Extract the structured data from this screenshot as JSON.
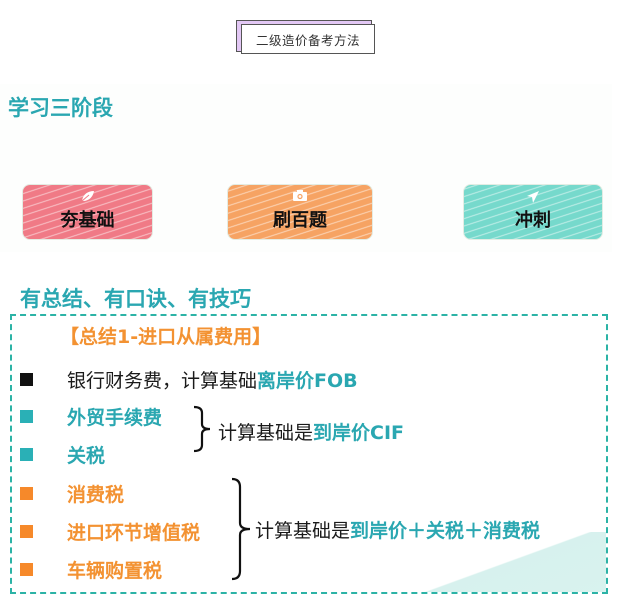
{
  "title_tag": "二级造价备考方法",
  "slide1": {
    "heading": "学习三阶段",
    "stages": [
      {
        "label": "夯基础",
        "icon": "leaf-icon",
        "color": "#f07a86"
      },
      {
        "label": "刷百题",
        "icon": "camera-icon",
        "color": "#f6a363"
      },
      {
        "label": "冲刺",
        "icon": "paper-plane-icon",
        "color": "#76d9cc"
      }
    ]
  },
  "slide2": {
    "heading": "有总结、有口诀、有技巧",
    "subtitle": "【总结1-进口从属费用】",
    "items": [
      {
        "text": "银行财务费，计算基础",
        "highlight": "离岸价FOB",
        "bullet_color": "#111111"
      },
      {
        "text": "外贸手续费",
        "bullet_color": "#2ab0b6"
      },
      {
        "text": "关税",
        "bullet_color": "#2ab0b6"
      },
      {
        "text": "消费税",
        "bullet_color": "#f6892a"
      },
      {
        "text": "进口环节增值税",
        "bullet_color": "#f6892a"
      },
      {
        "text": "车辆购置税",
        "bullet_color": "#f6892a"
      }
    ],
    "group1_calc": {
      "prefix": "计算基础是",
      "highlight": "到岸价CIF"
    },
    "group2_calc": {
      "prefix": "计算基础是",
      "highlight": "到岸价＋关税＋消费税"
    }
  },
  "colors": {
    "teal": "#2aa7b1",
    "orange": "#f39232",
    "dash": "#2cb3a6"
  }
}
